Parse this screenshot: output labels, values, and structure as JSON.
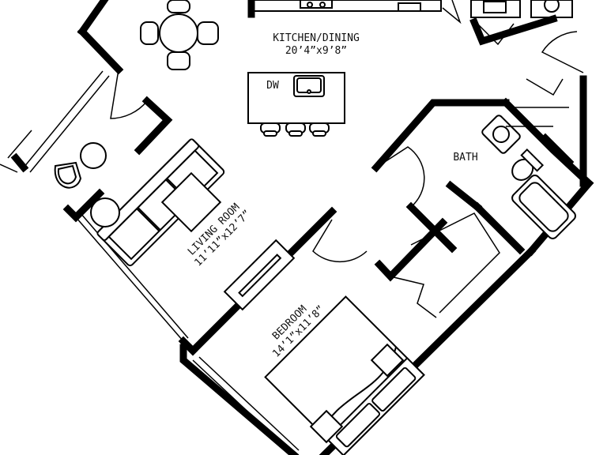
{
  "plan": {
    "rooms": {
      "kitchen": {
        "name": "KITCHEN/DINING",
        "dims": "20’4”x9’8”"
      },
      "living": {
        "name": "LIVING ROOM",
        "dims": "11’11”x12’7”"
      },
      "bedroom": {
        "name": "BEDROOM",
        "dims": "14’1”x11’8”"
      },
      "bath": {
        "name": "BATH"
      }
    },
    "fixtures": {
      "dishwasher": "DW"
    }
  }
}
